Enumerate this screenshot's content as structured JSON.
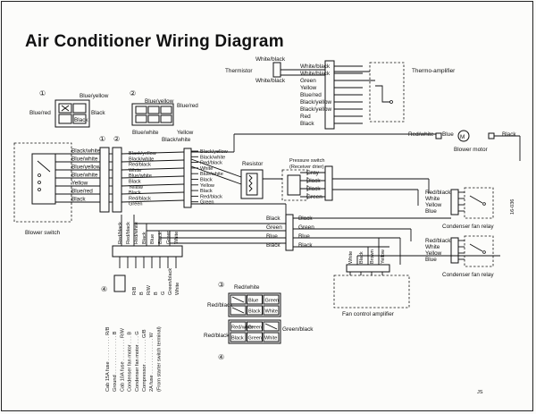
{
  "title": "Air Conditioner Wiring Diagram",
  "connector_keys": [
    "①",
    "②",
    "③",
    "④"
  ],
  "connector1": {
    "top": "Blue/yellow",
    "left": "Blue/red",
    "right": "Black",
    "bottom": "Black"
  },
  "connector2": {
    "top": "Blue/yellow",
    "right": "Blue/red",
    "bottom_left": "Blue/white",
    "bottom_right": "Yellow",
    "bottom_right2": "Black/white"
  },
  "blower_switch": {
    "label": "Blower switch",
    "wires": [
      "Black/white",
      "Blue/white",
      "Blue/yellow",
      "Blue/white",
      "Yellow",
      "Blue/red",
      "Black"
    ]
  },
  "main_bus": [
    "Black/yellow",
    "Black/white",
    "Red/black",
    "White",
    "Blue/white",
    "Black",
    "Yellow",
    "Black",
    "Red/black",
    "Green"
  ],
  "resistor": {
    "label": "Resistor"
  },
  "thermistor": {
    "label": "Thermistor",
    "wire": "White/black",
    "wire2": "White/black"
  },
  "thermo_amp": {
    "label": "Thermo-amplifier",
    "wires": [
      "White/black",
      "White/black",
      "Green",
      "Yellow",
      "Blue/red",
      "Black/yellow",
      "Black/yellow",
      "Red",
      "Black"
    ]
  },
  "blower_motor": {
    "label": "Blower motor",
    "left": "Red/white",
    "mid": "Blue",
    "right": "Black"
  },
  "pressure_switch": {
    "label": "Pressure switch\n(Receiver drier)",
    "label1": "Pressure switch",
    "label2": "(Receiver drier)",
    "wires": [
      "Gray",
      "Black",
      "Black",
      "Green"
    ]
  },
  "mid_bus": [
    "Black",
    "Black",
    "Green",
    "Green",
    "Blue",
    "Blue",
    "Black",
    "Black"
  ],
  "fan_relay_1": {
    "label": "Condenser fan relay",
    "wires": [
      "Red/black",
      "White",
      "Yellow",
      "Blue"
    ]
  },
  "fan_relay_2": {
    "label": "Condenser fan relay",
    "wires": [
      "Red/black",
      "White",
      "Yellow",
      "Blue"
    ]
  },
  "fan_amp": {
    "label": "Fan control amplifier",
    "wires": [
      "White",
      "Black",
      "Brown",
      "Yellow"
    ]
  },
  "connector4_wires": [
    "Red/black",
    "Red/black",
    "Red/white",
    "Black",
    "Blue",
    "Black",
    "Green",
    "White"
  ],
  "connector4_pins": [
    "R/B",
    "B",
    "R/W",
    "B",
    "G",
    "Green/black",
    "White"
  ],
  "fuse_legend": [
    "Cab 15A fuse . . . . . . . . . R/B",
    "Ground . . . . . . . . . . . . . . B",
    "Cab 10A fuse . . . . . . . . R/W",
    "Condenser fan motor . . . B",
    "Condenser fan motor . . . G",
    "Compressor . . . . . . . . . G/B",
    "2A fuse . . . . . . . . . . . . . W",
    "(From starter switch terminal)"
  ],
  "connector3": {
    "top": "Red/white",
    "left": "Red/black",
    "cells": [
      "",
      "Blue",
      "Green",
      "",
      "Black",
      "White"
    ]
  },
  "connector5": {
    "left": "Red/black",
    "right": "Green/black",
    "cells": [
      "Red/white",
      "Green",
      "",
      "Black",
      "Green",
      "White"
    ]
  },
  "code": "16-036",
  "mark": "JS"
}
